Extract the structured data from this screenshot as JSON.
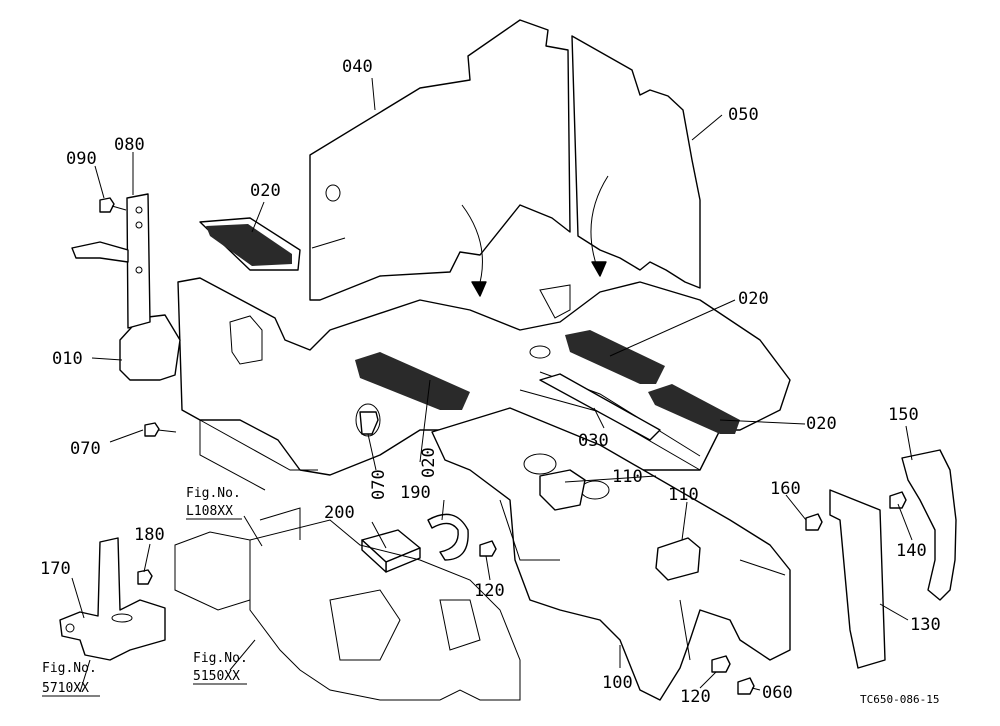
{
  "part_labels": {
    "p040": "040",
    "p050": "050",
    "p080": "080",
    "p090": "090",
    "p020_top": "020",
    "p020_right": "020",
    "p020_far_right": "020",
    "p020_center": "020",
    "p010": "010",
    "p070_left": "070",
    "p070_center": "070",
    "p030": "030",
    "p110_a": "110",
    "p110_b": "110",
    "p150": "150",
    "p160": "160",
    "p140": "140",
    "p130": "130",
    "p190": "190",
    "p200": "200",
    "p180": "180",
    "p170": "170",
    "p120_a": "120",
    "p120_b": "120",
    "p100": "100",
    "p060": "060"
  },
  "figure_refs": {
    "ref1_line1": "Fig.No.",
    "ref1_line2": "L108XX",
    "ref2_line1": "Fig.No.",
    "ref2_line2": "5150XX",
    "ref3_line1": "Fig.No.",
    "ref3_line2": "5710XX"
  },
  "drawing_code": "TC650-086-15"
}
